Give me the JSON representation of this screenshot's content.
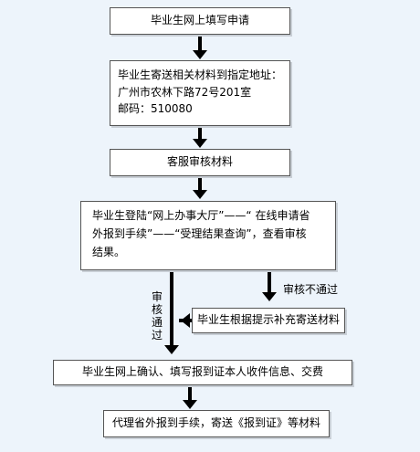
{
  "steps": {
    "apply": "毕业生网上填写申请",
    "send_lines": [
      "毕业生寄送相关材料到指定地址：",
      "广州市农林下路72号201室",
      "邮码：510080"
    ],
    "review": "客服审核材料",
    "login_lines": [
      "毕业生登陆“网上办事大厅”——“ 在线申请省",
      "外报到手续”——“受理结果查询”，查看审核",
      "结果。"
    ],
    "supplement": "毕业生根据提示补充寄送材料",
    "confirm": "毕业生网上确认、填写报到证本人收件信息、交费",
    "final": "代理省外报到手续，寄送《报到证》等材料"
  },
  "branches": {
    "pass": "审核通过",
    "fail": "审核不通过"
  },
  "colors": {
    "background": "#edf4fb",
    "box_fill": "#ffffff",
    "box_border": "#555555",
    "arrow": "#000000"
  }
}
